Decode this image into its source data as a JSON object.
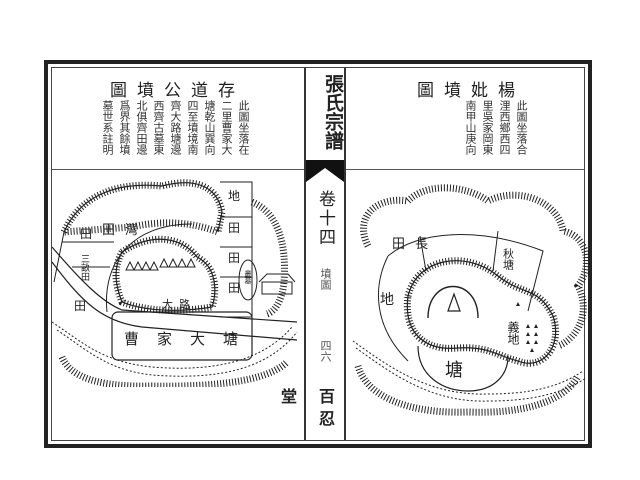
{
  "spine": {
    "book_title": "張氏宗譜",
    "volume": "卷十四",
    "section": "墳圖",
    "page_number": "四六",
    "hall_name": "百忍堂"
  },
  "left_page": {
    "title": "圖墳公道存",
    "description_columns": [
      "此圖坐落在",
      "二里曹家大",
      "塘乾山巽向",
      "四至墳境南",
      "齊大路塘邊",
      "西齊古墓東",
      "北俱齊田邊",
      "爲界其餘墳",
      "墓世系註明"
    ],
    "map_labels": {
      "land": "地",
      "field": "田",
      "bay_field": "灣田",
      "three_mu_field": "三畝田",
      "road": "大路",
      "pond": "曹家大塘",
      "tomb_oval": "叢墓"
    }
  },
  "right_page": {
    "title": "圖墳妣楊",
    "description_columns": [
      "此圖坐落合",
      "浬西鄉西四",
      "里吳家岡東",
      "南甲山庚向"
    ],
    "map_labels": {
      "long_field": "長田",
      "autumn_pond": "秋塘",
      "land": "地",
      "pond": "塘",
      "charity_land": "義地"
    }
  }
}
